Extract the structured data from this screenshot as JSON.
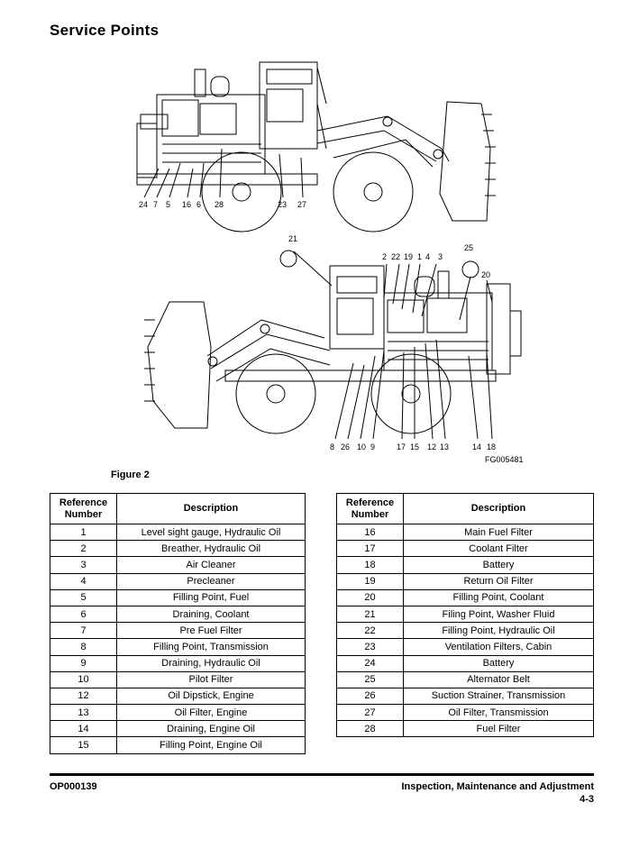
{
  "page": {
    "title": "Service Points",
    "figure_id": "FG005481",
    "figure_caption": "Figure 2",
    "footer_left": "OP000139",
    "footer_right": "Inspection, Maintenance and Adjustment",
    "footer_page": "4-3"
  },
  "figure": {
    "top_callouts": [
      "24",
      "7",
      "5",
      "16",
      "6",
      "28",
      "23",
      "27"
    ],
    "bottom_upper_callouts": [
      "21",
      "2",
      "22",
      "19",
      "1",
      "4",
      "3",
      "25",
      "20"
    ],
    "bottom_lower_callouts": [
      "8",
      "26",
      "10",
      "9",
      "17",
      "15",
      "12",
      "13",
      "14",
      "18"
    ]
  },
  "tables": {
    "header_ref": "Reference Number",
    "header_desc": "Description",
    "left": [
      {
        "num": "1",
        "desc": "Level sight gauge, Hydraulic Oil"
      },
      {
        "num": "2",
        "desc": "Breather, Hydraulic Oil"
      },
      {
        "num": "3",
        "desc": "Air Cleaner"
      },
      {
        "num": "4",
        "desc": "Precleaner"
      },
      {
        "num": "5",
        "desc": "Filling Point, Fuel"
      },
      {
        "num": "6",
        "desc": "Draining, Coolant"
      },
      {
        "num": "7",
        "desc": "Pre Fuel Filter"
      },
      {
        "num": "8",
        "desc": "Filling Point, Transmission"
      },
      {
        "num": "9",
        "desc": "Draining, Hydraulic Oil"
      },
      {
        "num": "10",
        "desc": "Pilot Filter"
      },
      {
        "num": "12",
        "desc": "Oil Dipstick, Engine"
      },
      {
        "num": "13",
        "desc": "Oil Filter, Engine"
      },
      {
        "num": "14",
        "desc": "Draining, Engine Oil"
      },
      {
        "num": "15",
        "desc": "Filling Point, Engine Oil"
      }
    ],
    "right": [
      {
        "num": "16",
        "desc": "Main Fuel Filter"
      },
      {
        "num": "17",
        "desc": "Coolant Filter"
      },
      {
        "num": "18",
        "desc": "Battery"
      },
      {
        "num": "19",
        "desc": "Return Oil Filter"
      },
      {
        "num": "20",
        "desc": "Filling Point, Coolant"
      },
      {
        "num": "21",
        "desc": "Filing Point, Washer Fluid"
      },
      {
        "num": "22",
        "desc": "Filling Point, Hydraulic Oil"
      },
      {
        "num": "23",
        "desc": "Ventilation Filters, Cabin"
      },
      {
        "num": "24",
        "desc": "Battery"
      },
      {
        "num": "25",
        "desc": "Alternator Belt"
      },
      {
        "num": "26",
        "desc": "Suction Strainer, Transmission"
      },
      {
        "num": "27",
        "desc": "Oil Filter, Transmission"
      },
      {
        "num": "28",
        "desc": "Fuel Filter"
      }
    ]
  }
}
